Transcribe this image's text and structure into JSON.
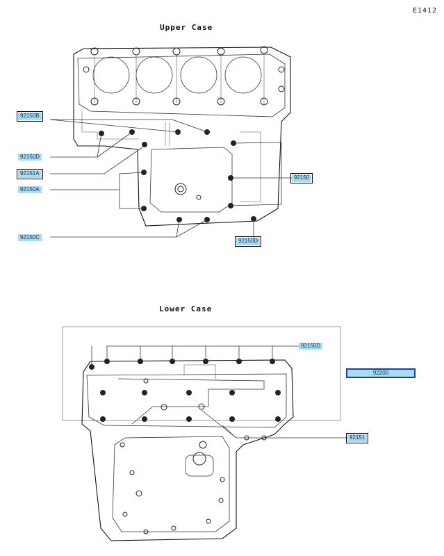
{
  "page_code": "E1412",
  "upper": {
    "title": "Upper Case",
    "callouts": {
      "c1": "92150B",
      "c2": "92150D",
      "c3": "92151A",
      "c4": "92150A",
      "c5": "92150C",
      "c6": "92150",
      "c7": "92150D"
    }
  },
  "lower": {
    "title": "Lower Case",
    "callouts": {
      "c1": "92150D",
      "c2": "92200",
      "c3": "92151"
    }
  }
}
